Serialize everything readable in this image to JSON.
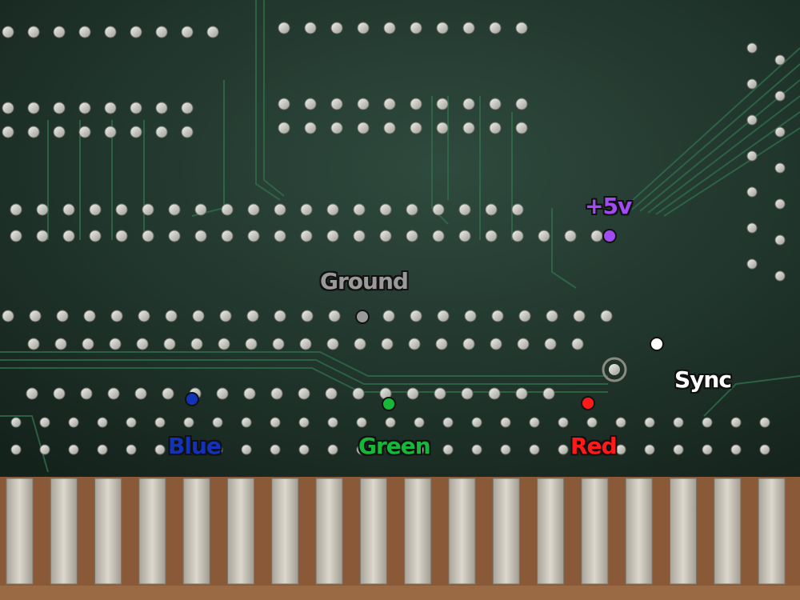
{
  "labels": {
    "plus5v": "+5v",
    "ground": "Ground",
    "sync": "Sync",
    "blue": "Blue",
    "green": "Green",
    "red": "Red"
  },
  "colors": {
    "plus5v": "#a04cf0",
    "ground": "#9a9a9a",
    "sync": "#ffffff",
    "blue": "#1232b8",
    "green": "#17b83a",
    "red": "#ff1a1a",
    "pcb": "#223a30",
    "trace": "#2e6a48",
    "contact": "#c8c4b8",
    "substrate": "#8a5a38"
  },
  "scene": {
    "board_icon": "pcb-board",
    "contacts_icon": "edge-connector"
  }
}
